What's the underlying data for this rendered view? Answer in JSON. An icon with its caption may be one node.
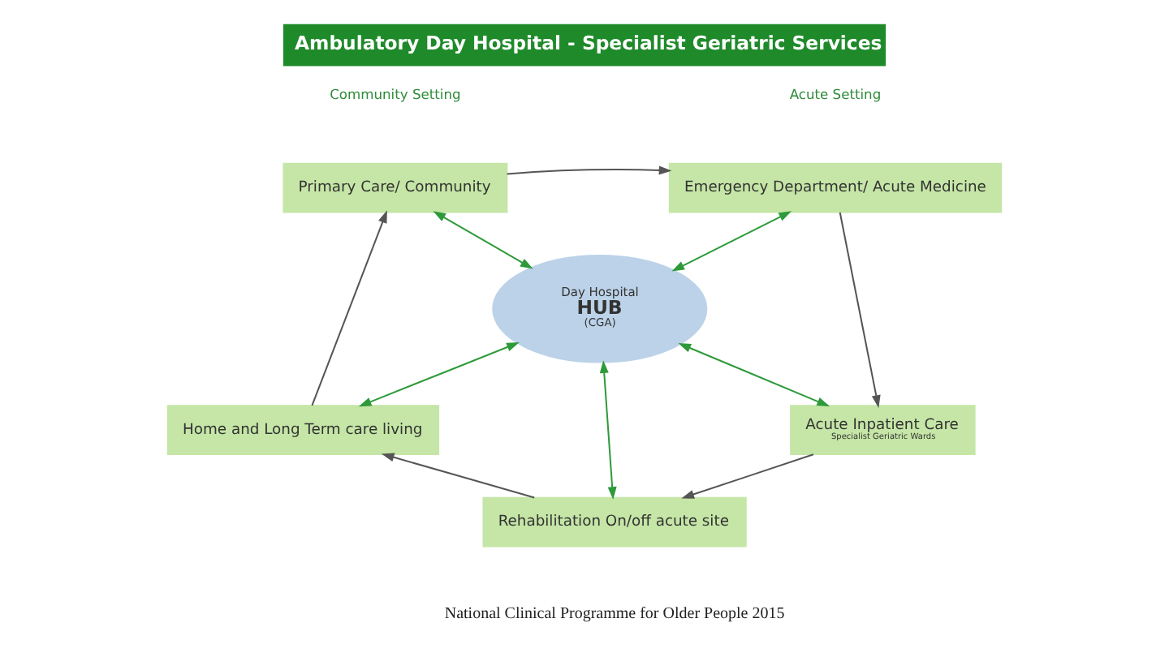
{
  "diagram": {
    "title": "Ambulatory Day Hospital - Specialist Geriatric Services",
    "caption": "National Clinical Programme for Older People 2015",
    "nodes": [
      {
        "text": [
          "Emergency Department/ Acute Medicine"
        ]
      },
      {
        "text": [
          "Primary Care/ Community"
        ]
      },
      {
        "text": [
          "Day Hospital",
          "HUB",
          "(CGA)"
        ]
      },
      {
        "text": [
          "Acute Inpatient Care",
          "Specialist Geriatric Wards"
        ]
      },
      {
        "text": [
          "Home and Long Term care living"
        ]
      },
      {
        "text": [
          "Rehabilitation On/off acute site"
        ]
      }
    ],
    "edges": [
      {
        "from": 1,
        "to": 0,
        "arrow": "to",
        "color": "#555555"
      },
      {
        "from": 0,
        "to": 3,
        "arrow": "to",
        "color": "#555555"
      },
      {
        "from": 3,
        "to": 5,
        "arrow": "to",
        "color": "#555555"
      },
      {
        "from": 5,
        "to": 4,
        "arrow": "to",
        "color": "#555555"
      },
      {
        "from": 4,
        "to": 1,
        "arrow": "to",
        "color": "#555555"
      },
      {
        "from": 2,
        "to": 0,
        "arrow": "both",
        "color": "#2e9a3a"
      },
      {
        "from": 2,
        "to": 1,
        "arrow": "both",
        "color": "#2e9a3a"
      },
      {
        "from": 2,
        "to": 3,
        "arrow": "both",
        "color": "#2e9a3a"
      },
      {
        "from": 2,
        "to": 4,
        "arrow": "both",
        "color": "#2e9a3a"
      },
      {
        "from": 2,
        "to": 5,
        "arrow": "both",
        "color": "#2e9a3a"
      }
    ],
    "labels": [
      "Acute Setting",
      "Community Setting"
    ]
  }
}
